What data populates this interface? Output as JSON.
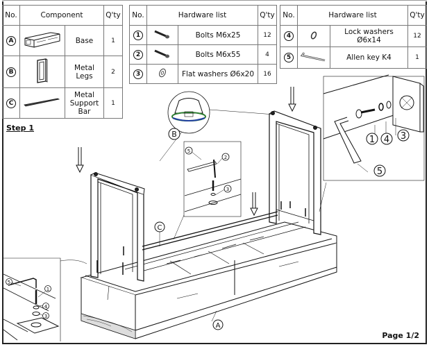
{
  "components_table": {
    "headers": {
      "no": "No.",
      "component": "Component",
      "qty": "Q'ty"
    },
    "rows": [
      {
        "id": "A",
        "name": "Base",
        "qty": "1",
        "icon": "base-cabinet-icon"
      },
      {
        "id": "B",
        "name": "Metal Legs",
        "qty": "2",
        "icon": "metal-leg-frame-icon"
      },
      {
        "id": "C",
        "name": "Metal Support Bar",
        "name_line1": "Metal",
        "name_line2": "Support Bar",
        "qty": "1",
        "icon": "support-bar-icon"
      }
    ]
  },
  "hardware_table_1": {
    "headers": {
      "no": "No.",
      "item": "Hardware list",
      "qty": "Q'ty"
    },
    "rows": [
      {
        "id": "1",
        "name": "Bolts M6x25",
        "qty": "12",
        "icon": "bolt-icon"
      },
      {
        "id": "2",
        "name": "Bolts M6x55",
        "qty": "4",
        "icon": "bolt-icon"
      },
      {
        "id": "3",
        "name": "Flat washers Ø6x20",
        "qty": "16",
        "icon": "flat-washer-icon"
      }
    ]
  },
  "hardware_table_2": {
    "headers": {
      "no": "No.",
      "item": "Hardware list",
      "qty": "Q'ty"
    },
    "rows": [
      {
        "id": "4",
        "name": "Lock washers Ø6x14",
        "qty": "12",
        "icon": "lock-washer-icon"
      },
      {
        "id": "5",
        "name": "Allen key K4",
        "qty": "1",
        "icon": "allen-key-icon"
      }
    ]
  },
  "step": {
    "label": "Step 1"
  },
  "callouts": {
    "legs": "B",
    "support_bar": "C",
    "base": "A",
    "detail_right": [
      "1",
      "4",
      "3",
      "5"
    ],
    "detail_center": [
      "5",
      "2",
      "3"
    ],
    "detail_left": [
      "5",
      "1",
      "4",
      "3"
    ]
  },
  "footer": {
    "page": "Page 1/2"
  },
  "colors": {
    "line": "#111111",
    "border": "#777777",
    "foot_green": "#2e7d32",
    "foot_blue": "#1f3fa0"
  }
}
